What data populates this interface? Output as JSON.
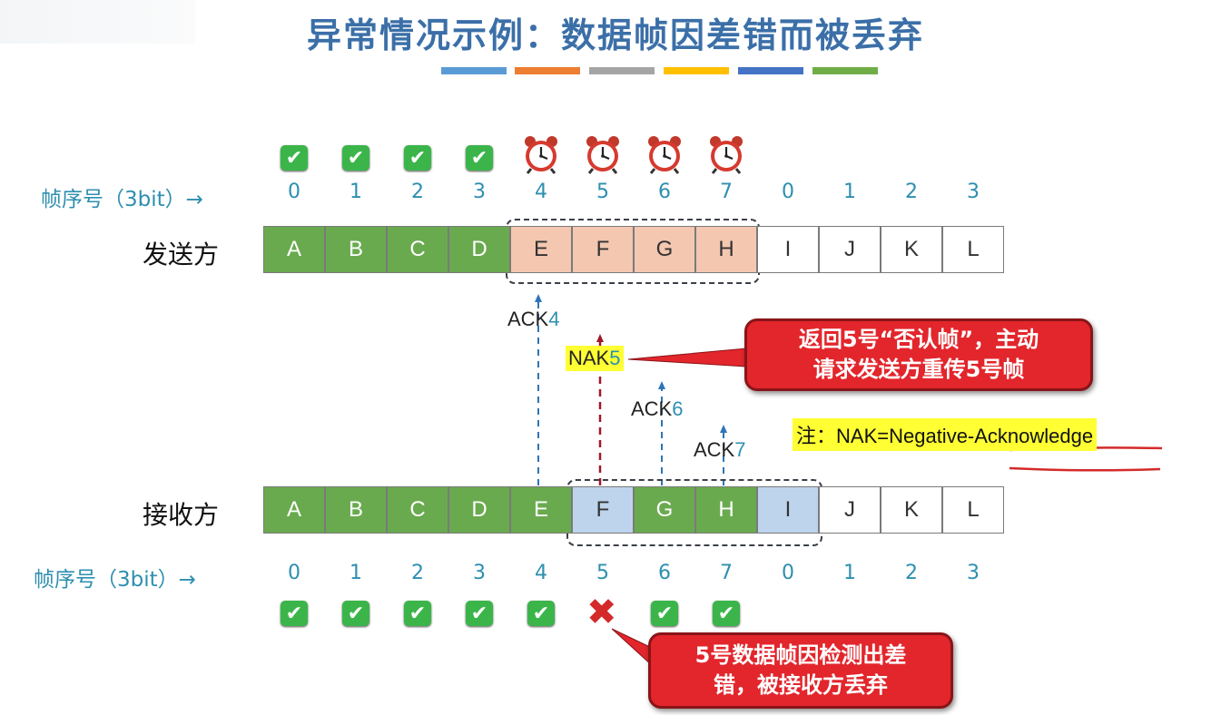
{
  "title": "异常情况示例：数据帧因差错而被丢弃",
  "color_bands": [
    "#5b9bd5",
    "#ed7d31",
    "#a5a5a5",
    "#ffc000",
    "#4472c4",
    "#70ad47"
  ],
  "sender": {
    "seq_label": "帧序号（3bit）→",
    "row_label": "发送方",
    "seq_numbers": [
      "0",
      "1",
      "2",
      "3",
      "4",
      "5",
      "6",
      "7",
      "0",
      "1",
      "2",
      "3"
    ],
    "frames": [
      "A",
      "B",
      "C",
      "D",
      "E",
      "F",
      "G",
      "H",
      "I",
      "J",
      "K",
      "L"
    ],
    "frame_states": [
      "acked",
      "acked",
      "acked",
      "acked",
      "sent",
      "sent",
      "sent",
      "sent",
      "unsent",
      "unsent",
      "unsent",
      "unsent"
    ],
    "status_icons": [
      "check-icon",
      "check-icon",
      "check-icon",
      "check-icon",
      "alarm-clock-icon",
      "alarm-clock-icon",
      "alarm-clock-icon",
      "alarm-clock-icon"
    ]
  },
  "receiver": {
    "seq_label": "帧序号（3bit）→",
    "row_label": "接收方",
    "seq_numbers": [
      "0",
      "1",
      "2",
      "3",
      "4",
      "5",
      "6",
      "7",
      "0",
      "1",
      "2",
      "3"
    ],
    "frames": [
      "A",
      "B",
      "C",
      "D",
      "E",
      "F",
      "G",
      "H",
      "I",
      "J",
      "K",
      "L"
    ],
    "frame_states": [
      "received",
      "received",
      "received",
      "received",
      "received",
      "window",
      "received",
      "received",
      "window",
      "none",
      "none",
      "none"
    ],
    "status_icons": [
      "check-icon",
      "check-icon",
      "check-icon",
      "check-icon",
      "check-icon",
      "cross-icon",
      "check-icon",
      "check-icon"
    ]
  },
  "acks": {
    "ack4": {
      "prefix": "ACK",
      "num": "4"
    },
    "nak5": {
      "prefix": "NAK",
      "num": "5"
    },
    "ack6": {
      "prefix": "ACK",
      "num": "6"
    },
    "ack7": {
      "prefix": "ACK",
      "num": "7"
    }
  },
  "callout_top": {
    "line1": "返回5号“否认帧”，主动",
    "line2": "请求发送方重传5号帧"
  },
  "callout_bottom": {
    "line1": "5号数据帧因检测出差",
    "line2": "错，被接收方丢弃"
  },
  "note": {
    "prefix": "注：",
    "text": "NAK=Negative-Acknowledge"
  },
  "colors": {
    "acked": "#6aaa4f",
    "sent_window": "#f4c7b0",
    "recv_window": "#bdd4ec",
    "title": "#3b6fa8",
    "seq": "#2e8fb0",
    "callout": "#e2262c",
    "highlight": "#ffff33"
  }
}
